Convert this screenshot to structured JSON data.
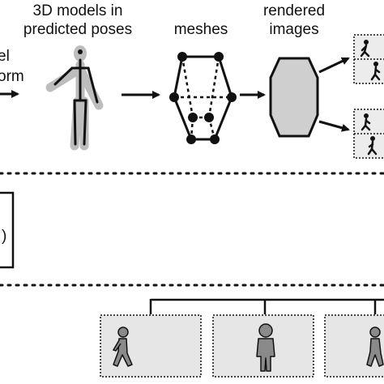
{
  "labels": {
    "models_line1": "3D models in",
    "models_line2": "predicted poses",
    "meshes": "meshes",
    "rendered_line1": "rendered",
    "rendered_line2": "images",
    "left_cut_line1": "el",
    "left_cut_line2": "orm",
    "left_box_fragment": ")"
  },
  "colors": {
    "stroke": "#111111",
    "box_fill": "#e6e6e6",
    "shape_fill": "#cfcfcf",
    "figure_glow": "#bdbdbd",
    "walker_fill": "#8a8a8a"
  },
  "icons": {
    "human_model": "human-skeleton-icon",
    "mesh": "mesh-wireframe-icon",
    "rendered": "rendered-hexagon-icon",
    "walker": "walking-person-icon",
    "person": "standing-person-icon"
  }
}
